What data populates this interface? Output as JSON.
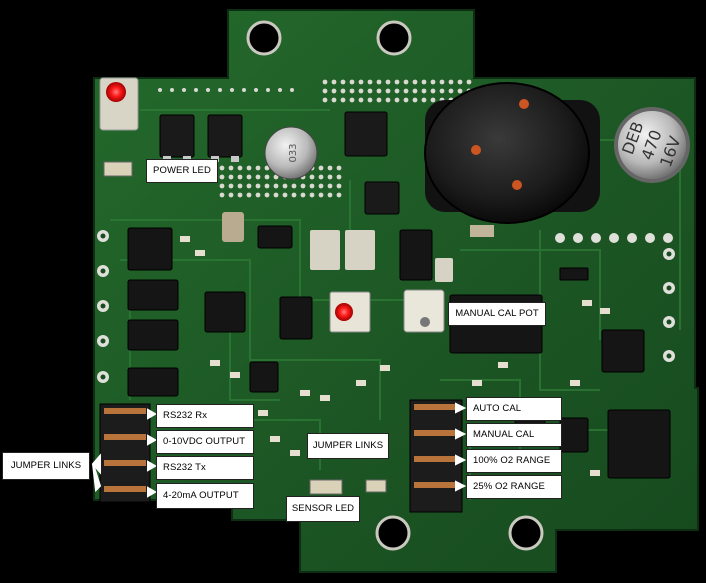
{
  "colors": {
    "background": "#000000",
    "pcb_green": "#1f5a26",
    "pcb_dark": "#14401a",
    "silkscreen": "#e8e8e0",
    "led_red": "#ff2020",
    "label_bg": "#ffffff",
    "component_black": "#151515",
    "jumper_copper": "#b8743a"
  },
  "labels": {
    "power_led": "POWER LED",
    "manual_cal_pot": "MANUAL CAL POT",
    "rs232_rx": "RS232 Rx",
    "output_0_10vdc": "0-10VDC OUTPUT",
    "rs232_tx": "RS232 Tx",
    "output_4_20ma": "4-20mA OUTPUT",
    "jumper_links_left": "JUMPER LINKS",
    "jumper_links_center": "JUMPER LINKS",
    "auto_cal": "AUTO CAL",
    "manual_cal": "MANUAL CAL",
    "range_100": "100% O2 RANGE",
    "range_25": "25% O2 RANGE",
    "sensor_led": "SENSOR LED"
  },
  "capacitor_marking": {
    "line1": "DEB",
    "line2": "470",
    "line3": "16V"
  },
  "small_cap_marking": "033"
}
